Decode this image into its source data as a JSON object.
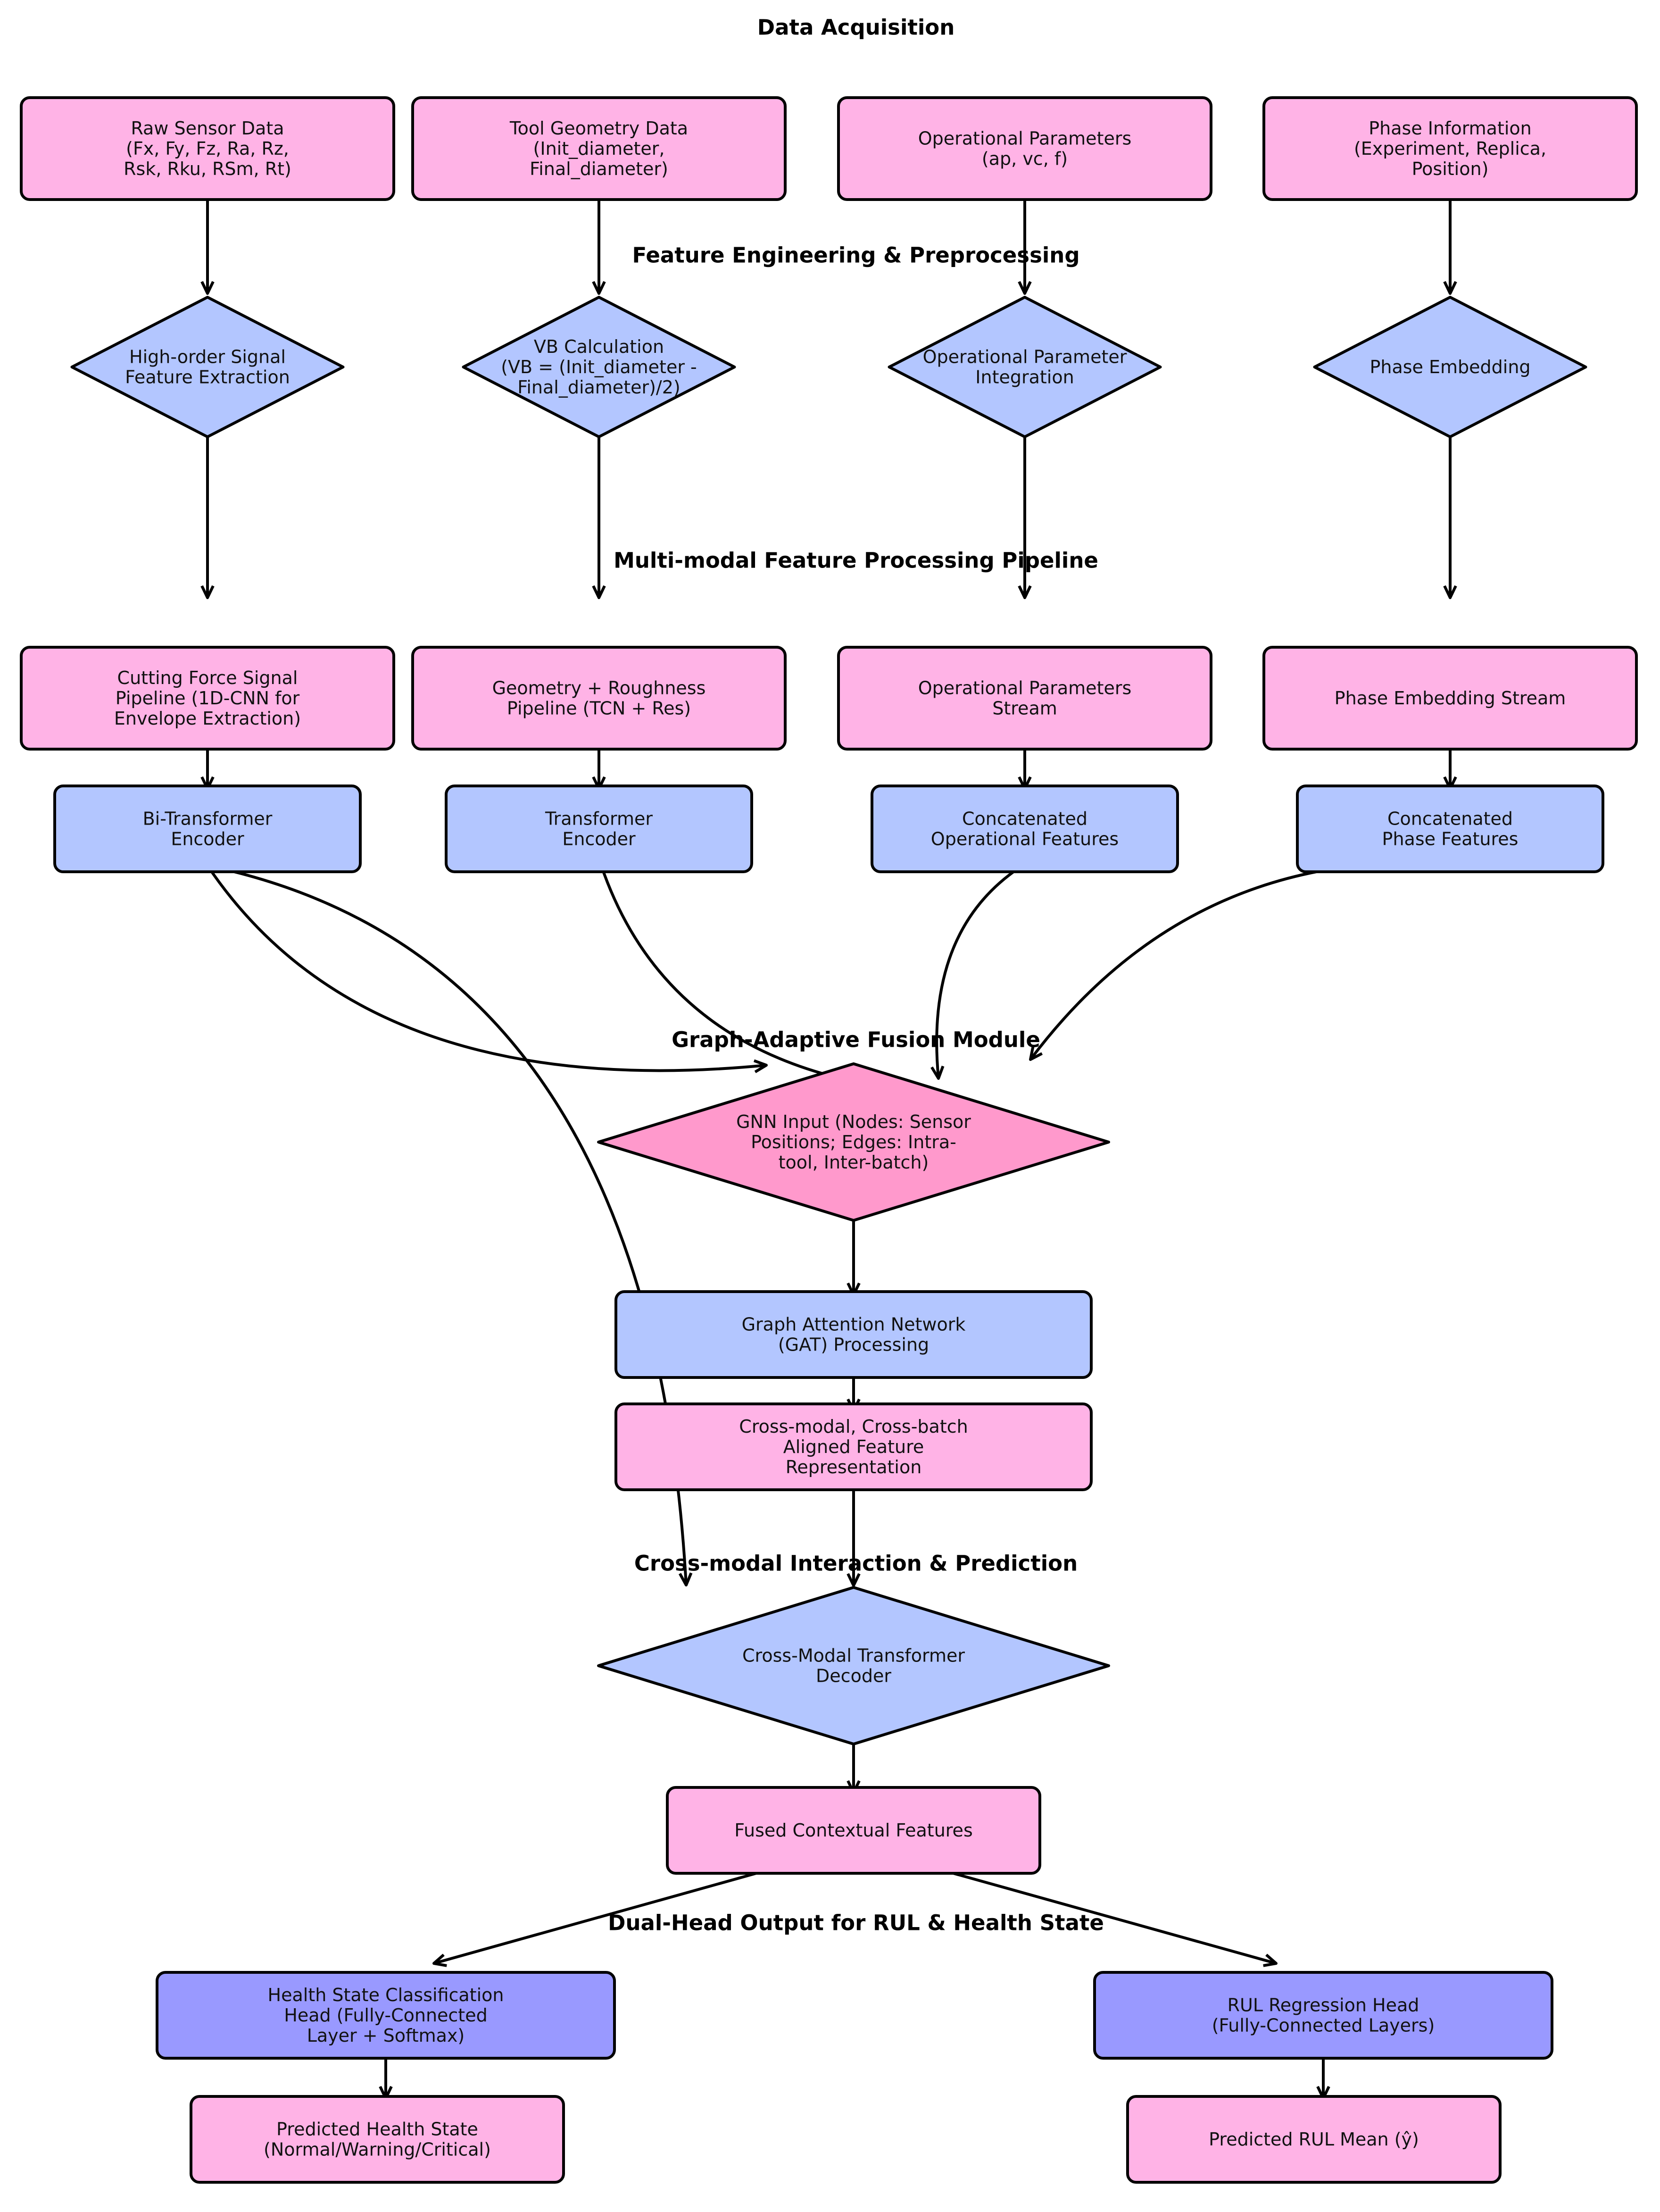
{
  "colors": {
    "pink": "#FFB3E6",
    "blue": "#B3C6FF",
    "hot_pink": "#FF99CC",
    "purple": "#9999FF",
    "stroke": "#000000"
  },
  "sections": {
    "data_acquisition": "Data Acquisition",
    "feature_engineering": "Feature Engineering & Preprocessing",
    "multimodal_pipeline": "Multi-modal Feature Processing Pipeline",
    "graph_fusion": "Graph-Adaptive Fusion Module",
    "cross_modal": "Cross-modal Interaction & Prediction",
    "dual_head": "Dual-Head Output for RUL & Health State"
  },
  "nodes": {
    "raw_sensor": [
      "Raw Sensor Data",
      "(Fx, Fy, Fz, Ra, Rz,",
      "Rsk, Rku, RSm, Rt)"
    ],
    "tool_geometry": [
      "Tool Geometry Data",
      "(Init_diameter,",
      "Final_diameter)"
    ],
    "operational_params": [
      "Operational Parameters",
      "(ap, vc, f)"
    ],
    "phase_info": [
      "Phase Information",
      "(Experiment, Replica,",
      "Position)"
    ],
    "signal_feature": [
      "High-order Signal",
      "Feature Extraction"
    ],
    "vb_calc": [
      "VB Calculation",
      "(VB = (Init_diameter -",
      "Final_diameter)/2)"
    ],
    "op_integration": [
      "Operational Parameter",
      "Integration"
    ],
    "phase_embedding": [
      "Phase Embedding"
    ],
    "force_pipeline": [
      "Cutting Force Signal",
      "Pipeline (1D-CNN for",
      "Envelope Extraction)"
    ],
    "geometry_pipeline": [
      "Geometry + Roughness",
      "Pipeline (TCN + Res)"
    ],
    "op_stream": [
      "Operational Parameters",
      "Stream"
    ],
    "phase_stream": [
      "Phase Embedding Stream"
    ],
    "bi_transformer": [
      "Bi-Transformer",
      "Encoder"
    ],
    "transformer": [
      "Transformer",
      "Encoder"
    ],
    "concat_op": [
      "Concatenated",
      "Operational Features"
    ],
    "concat_phase": [
      "Concatenated",
      "Phase Features"
    ],
    "gnn_input": [
      "GNN Input (Nodes: Sensor",
      "Positions; Edges: Intra-",
      "tool, Inter-batch)"
    ],
    "gat": [
      "Graph Attention Network",
      "(GAT) Processing"
    ],
    "aligned": [
      "Cross-modal, Cross-batch",
      "Aligned Feature",
      "Representation"
    ],
    "decoder": [
      "Cross-Modal Transformer",
      "Decoder"
    ],
    "fused": [
      "Fused Contextual Features"
    ],
    "health_head": [
      "Health State Classification",
      "Head (Fully-Connected",
      "Layer + Softmax)"
    ],
    "rul_head": [
      "RUL Regression Head",
      "(Fully-Connected Layers)"
    ],
    "pred_health": [
      "Predicted Health State",
      "(Normal/Warning/Critical)"
    ],
    "pred_rul": [
      "Predicted RUL Mean (ŷ)"
    ]
  }
}
